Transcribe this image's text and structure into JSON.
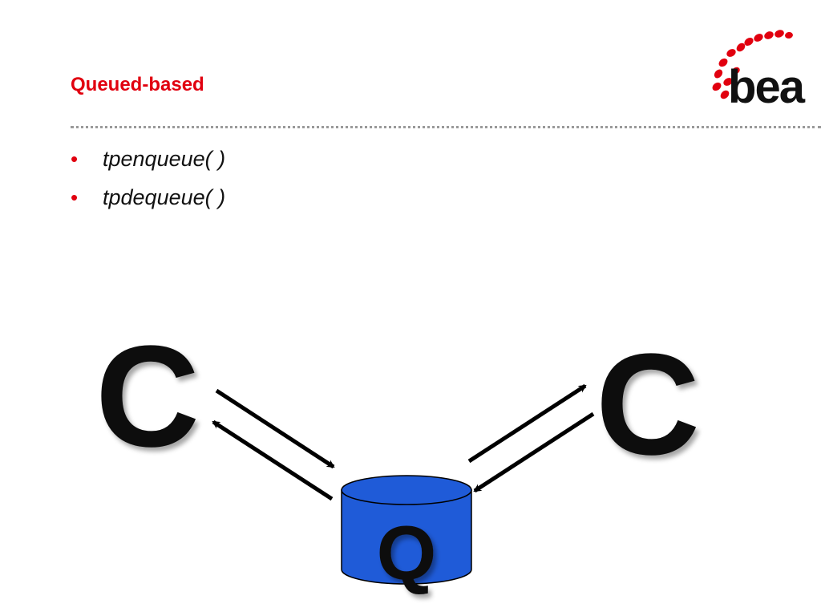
{
  "slide": {
    "title": "Queued-based"
  },
  "logo": {
    "text": "bea",
    "icon": "bea-logo-icon",
    "brand_color": "#e1000f"
  },
  "bullets": [
    {
      "marker": "•",
      "text": "tpenqueue( )"
    },
    {
      "marker": "•",
      "text": "tpdequeue( )"
    }
  ],
  "diagram": {
    "client_left_label": "C",
    "client_right_label": "C",
    "queue_label": "Q",
    "queue_color": "#1f5bd8"
  }
}
